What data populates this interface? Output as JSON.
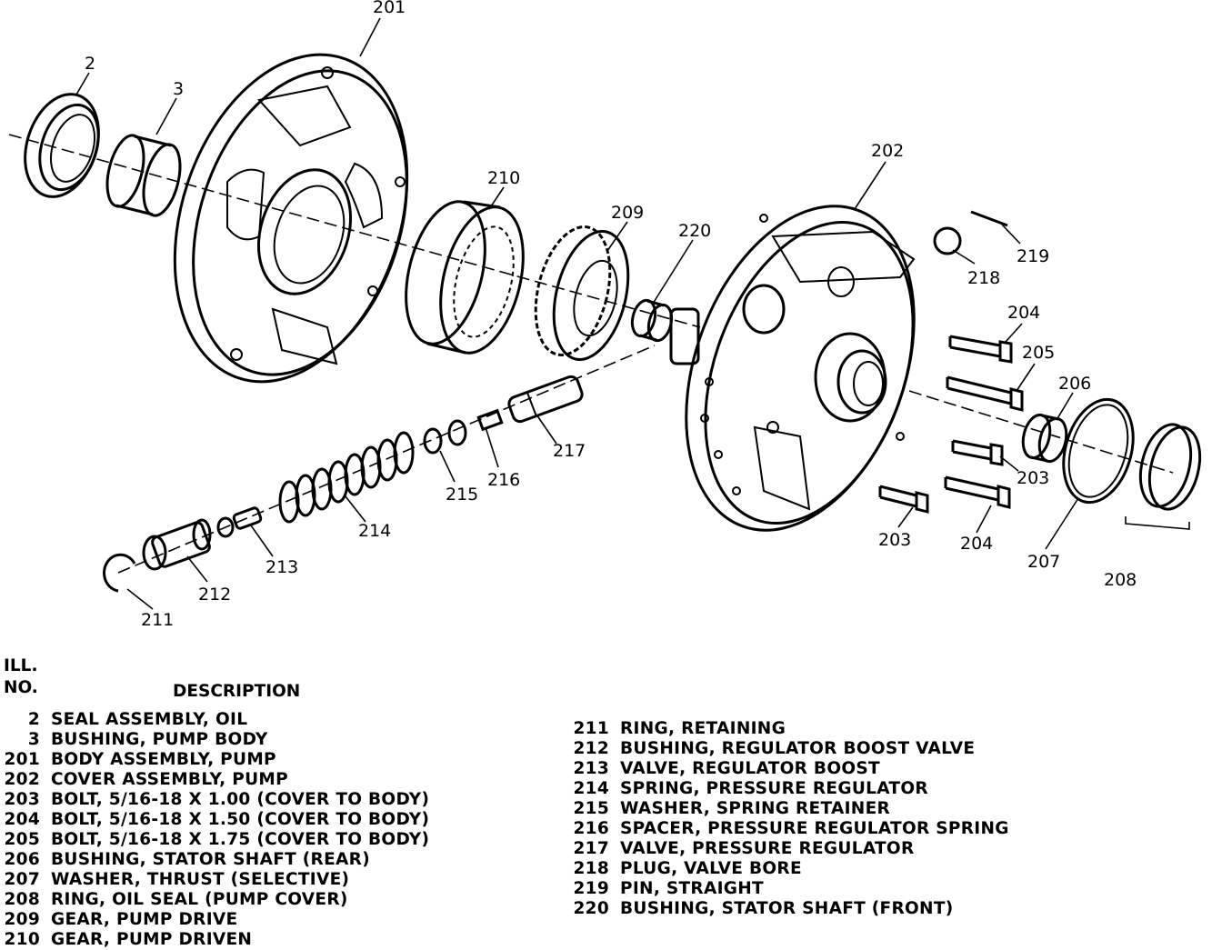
{
  "callouts": {
    "c201": "201",
    "c2": "2",
    "c3": "3",
    "c202": "202",
    "c210": "210",
    "c209": "209",
    "c220": "220",
    "c218": "218",
    "c219": "219",
    "c204a": "204",
    "c205": "205",
    "c206": "206",
    "c217": "217",
    "c216": "216",
    "c215": "215",
    "c214": "214",
    "c213": "213",
    "c212": "212",
    "c211": "211",
    "c203a": "203",
    "c203b": "203",
    "c204b": "204",
    "c207": "207",
    "c208": "208"
  },
  "header": {
    "ill": "ILL.",
    "no": "NO.",
    "description": "DESCRIPTION"
  },
  "legend_left": [
    {
      "no": "2",
      "desc": "SEAL ASSEMBLY, OIL"
    },
    {
      "no": "3",
      "desc": "BUSHING, PUMP BODY"
    },
    {
      "no": "201",
      "desc": "BODY ASSEMBLY, PUMP"
    },
    {
      "no": "202",
      "desc": "COVER ASSEMBLY, PUMP"
    },
    {
      "no": "203",
      "desc": "BOLT, 5/16-18 X 1.00 (COVER TO BODY)"
    },
    {
      "no": "204",
      "desc": "BOLT, 5/16-18 X 1.50 (COVER TO BODY)"
    },
    {
      "no": "205",
      "desc": "BOLT, 5/16-18 X 1.75 (COVER TO BODY)"
    },
    {
      "no": "206",
      "desc": "BUSHING, STATOR SHAFT (REAR)"
    },
    {
      "no": "207",
      "desc": "WASHER, THRUST (SELECTIVE)"
    },
    {
      "no": "208",
      "desc": "RING, OIL SEAL (PUMP COVER)"
    },
    {
      "no": "209",
      "desc": "GEAR, PUMP DRIVE"
    },
    {
      "no": "210",
      "desc": "GEAR, PUMP DRIVEN"
    }
  ],
  "legend_right": [
    {
      "no": "211",
      "desc": "RING, RETAINING"
    },
    {
      "no": "212",
      "desc": "BUSHING, REGULATOR BOOST VALVE"
    },
    {
      "no": "213",
      "desc": "VALVE, REGULATOR BOOST"
    },
    {
      "no": "214",
      "desc": "SPRING, PRESSURE REGULATOR"
    },
    {
      "no": "215",
      "desc": "WASHER, SPRING RETAINER"
    },
    {
      "no": "216",
      "desc": "SPACER, PRESSURE REGULATOR SPRING"
    },
    {
      "no": "217",
      "desc": "VALVE, PRESSURE REGULATOR"
    },
    {
      "no": "218",
      "desc": "PLUG, VALVE BORE"
    },
    {
      "no": "219",
      "desc": "PIN, STRAIGHT"
    },
    {
      "no": "220",
      "desc": "BUSHING, STATOR SHAFT (FRONT)"
    }
  ]
}
